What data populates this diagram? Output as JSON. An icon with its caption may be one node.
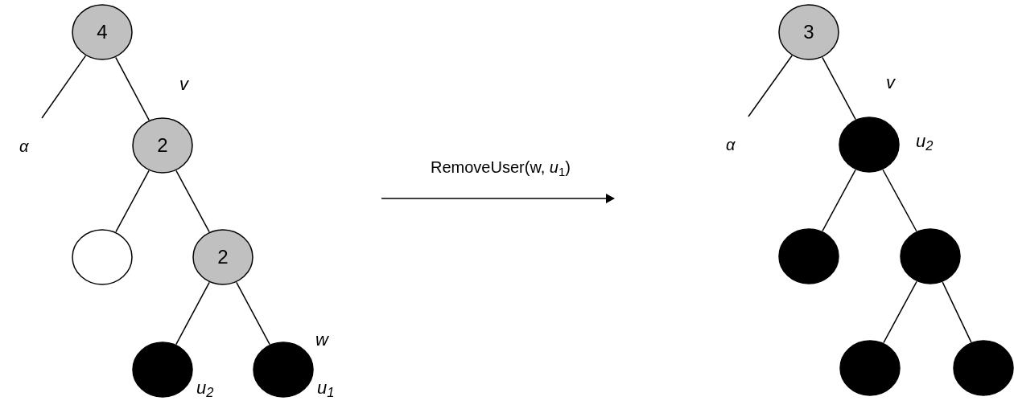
{
  "diagram": {
    "nodes": [
      {
        "text": [
          "4"
        ]
      },
      {
        "text": [
          "2"
        ]
      },
      {
        "text": [],
        "shape": "circle"
      },
      {
        "text": [
          "2"
        ]
      },
      {
        "text": [],
        "shape": "circle",
        "beside": [
          "u$_{2}$"
        ]
      },
      {
        "text": [],
        "shape": "circle",
        "beside": [
          "w",
          "u$_{1}$"
        ]
      },
      {
        "text": [
          "3"
        ]
      },
      {
        "text": [],
        "shape": "circle",
        "beside": [
          "u$_{2}$"
        ]
      },
      {
        "text": [],
        "shape": "circle"
      },
      {
        "text": [],
        "shape": "circle"
      },
      {
        "text": [],
        "shape": "circle"
      },
      {
        "text": [],
        "shape": "circle"
      }
    ],
    "edges": [
      {
        "from": 0,
        "to": null,
        "arrow": "none"
      },
      {
        "from": 0,
        "to": 1,
        "arrow": "none",
        "label": "v"
      },
      {
        "from": 1,
        "to": 2,
        "arrow": "none"
      },
      {
        "from": 1,
        "to": 3,
        "arrow": "none"
      },
      {
        "from": 3,
        "to": 4,
        "arrow": "none"
      },
      {
        "from": 3,
        "to": 5,
        "arrow": "none"
      },
      {
        "from": 6,
        "to": null,
        "arrow": "none"
      },
      {
        "from": 6,
        "to": 7,
        "arrow": "none",
        "label": "v"
      },
      {
        "from": 7,
        "to": 8,
        "arrow": "none"
      },
      {
        "from": 7,
        "to": 9,
        "arrow": "none"
      },
      {
        "from": 9,
        "to": 10,
        "arrow": "none"
      },
      {
        "from": 9,
        "to": 11,
        "arrow": "none"
      }
    ],
    "labels": [
      "α",
      "RemoveUser(w, *u*$_{1}$)",
      "α"
    ]
  }
}
